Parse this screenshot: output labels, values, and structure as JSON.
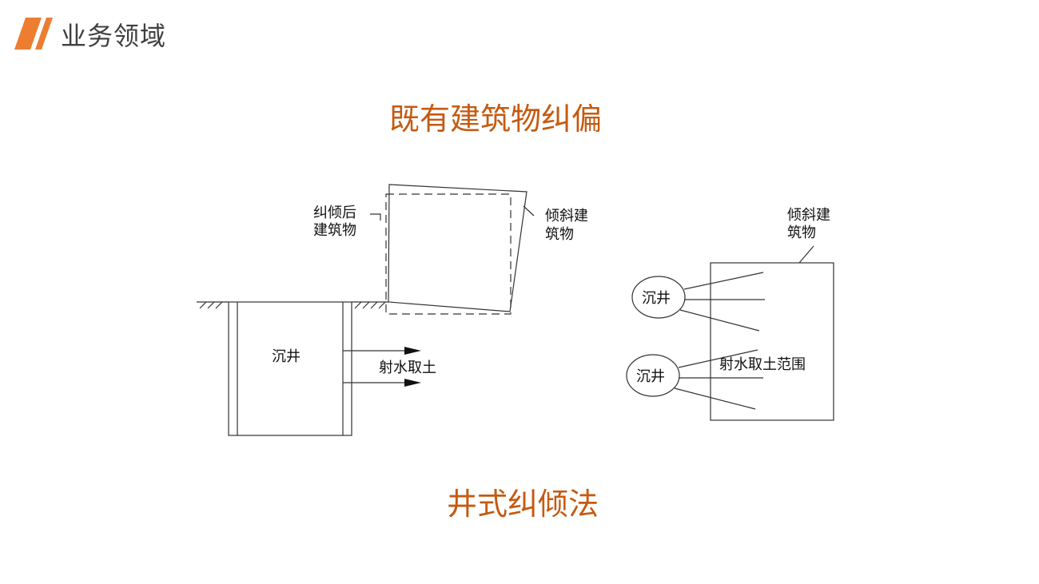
{
  "header": {
    "title": "业务领域",
    "accent_color": "#ED7D31",
    "logo_icon": "double-slash-icon"
  },
  "main_title": "既有建筑物纠偏",
  "method_title": "井式纠倾法",
  "left_diagram": {
    "label_corrected": [
      "纠倾后",
      "建筑物"
    ],
    "label_tilted": [
      "倾斜建",
      "筑物"
    ],
    "label_well": "沉井",
    "label_jet": "射水取土"
  },
  "right_diagram": {
    "label_tilted": [
      "倾斜建",
      "筑物"
    ],
    "label_well_1": "沉井",
    "label_well_2": "沉井",
    "label_range": "射水取土范围"
  },
  "colors": {
    "title_accent": "#C55A11",
    "header_text": "#404040",
    "line": "#333333"
  }
}
